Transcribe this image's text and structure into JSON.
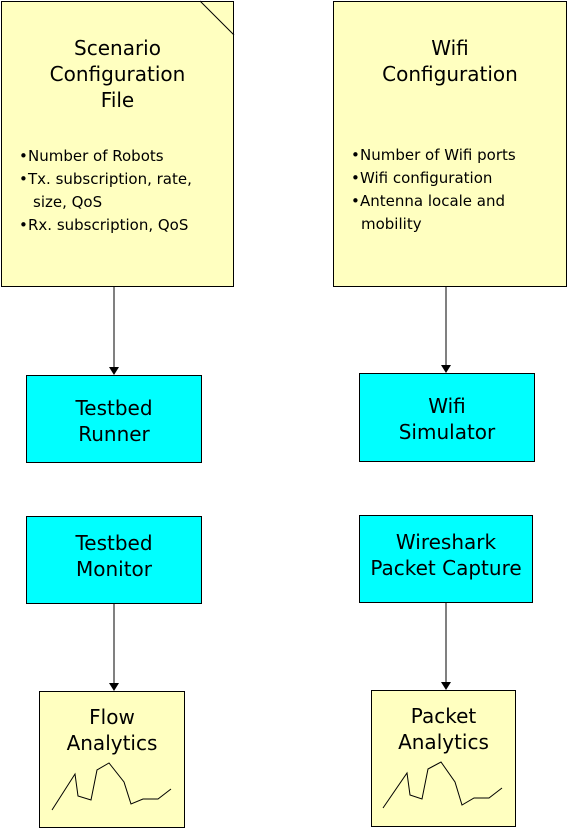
{
  "scenario": {
    "title_lines": [
      "Scenario",
      "Configuration",
      "File"
    ],
    "bullets": [
      "Number of Robots",
      "Tx. subscription, rate,",
      "size, QoS",
      "Rx. subscription, QoS"
    ]
  },
  "wifi_config": {
    "title_lines": [
      "Wifi",
      "Configuration"
    ],
    "bullets": [
      "Number of Wifi ports",
      "Wifi configuration",
      "Antenna locale and",
      "mobility"
    ]
  },
  "testbed_runner": {
    "title_lines": [
      "Testbed",
      "Runner"
    ]
  },
  "wifi_simulator": {
    "title_lines": [
      "Wifi",
      "Simulator"
    ]
  },
  "testbed_monitor": {
    "title_lines": [
      "Testbed",
      "Monitor"
    ]
  },
  "wireshark": {
    "title_lines": [
      "Wireshark",
      "Packet Capture"
    ]
  },
  "flow_analytics": {
    "title_lines": [
      "Flow",
      "Analytics"
    ]
  },
  "packet_analytics": {
    "title_lines": [
      "Packet",
      "Analytics"
    ]
  },
  "colors": {
    "document_fill": "#ffffc0",
    "process_fill": "#00ffff",
    "stroke": "#000000"
  }
}
